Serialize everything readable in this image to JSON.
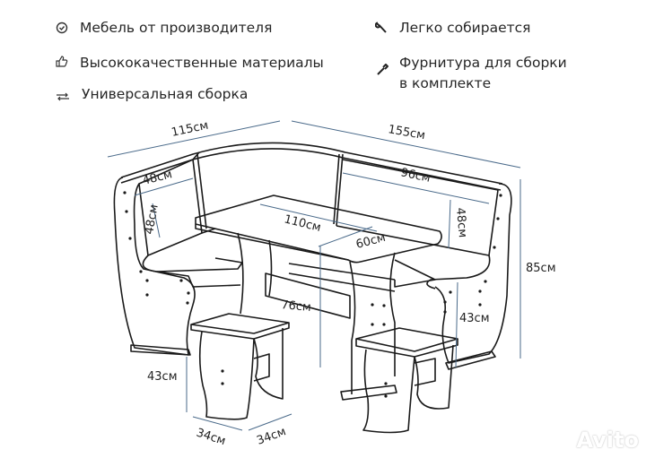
{
  "features": {
    "left": [
      {
        "icon": "check-circle-icon",
        "text": "Мебель от производителя"
      },
      {
        "icon": "thumbs-up-icon",
        "text": "Высококачественные материалы"
      },
      {
        "icon": "swap-arrows-icon",
        "text": "Универсальная сборка"
      }
    ],
    "right": [
      {
        "icon": "wrench-icon",
        "text": "Легко собирается"
      },
      {
        "icon": "screwdriver-icon",
        "line1": "Фурнитура для сборки",
        "line2": "в комплекте"
      }
    ]
  },
  "dimensions": {
    "bench_left_length": "115см",
    "bench_right_length": "155см",
    "left_back_width": "48см",
    "left_back_height": "48см",
    "right_back_width": "96см",
    "right_back_height": "48см",
    "table_length": "110см",
    "table_width": "60см",
    "table_height": "76см",
    "total_height": "85см",
    "seat_height": "43см",
    "stool_height": "43см",
    "stool_width": "34см",
    "stool_depth": "34см"
  },
  "colors": {
    "dim_line": "#4a6a8a",
    "outline": "#1a1a1a"
  },
  "watermark": "Avito"
}
